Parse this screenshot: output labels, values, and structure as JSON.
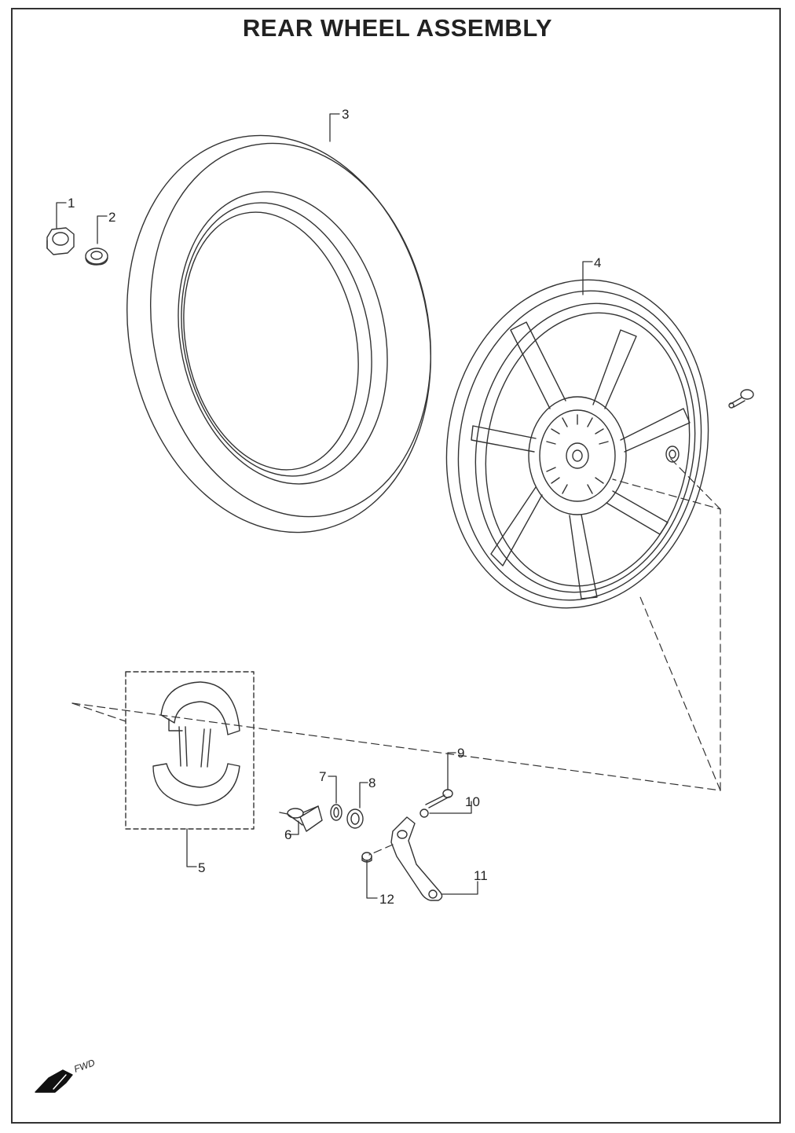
{
  "title": "REAR WHEEL ASSEMBLY",
  "callouts": {
    "c1": "1",
    "c2": "2",
    "c3": "3",
    "c4": "4",
    "c5": "5",
    "c6": "6",
    "c7": "7",
    "c8": "8",
    "c9": "9",
    "c10": "10",
    "c11": "11",
    "c12": "12"
  },
  "direction_label": "FWD",
  "colors": {
    "line": "#333333",
    "text": "#222222",
    "paper": "#ffffff"
  }
}
